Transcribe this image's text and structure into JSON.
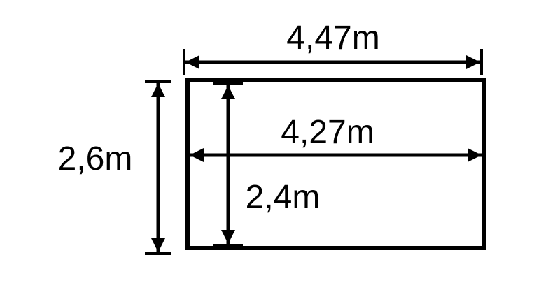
{
  "labels": {
    "outer_width": "4,47m",
    "inner_width": "4,27m",
    "outer_height": "2,6m",
    "inner_height": "2,4m"
  },
  "colors": {
    "stroke": "#000000",
    "background": "#ffffff"
  }
}
